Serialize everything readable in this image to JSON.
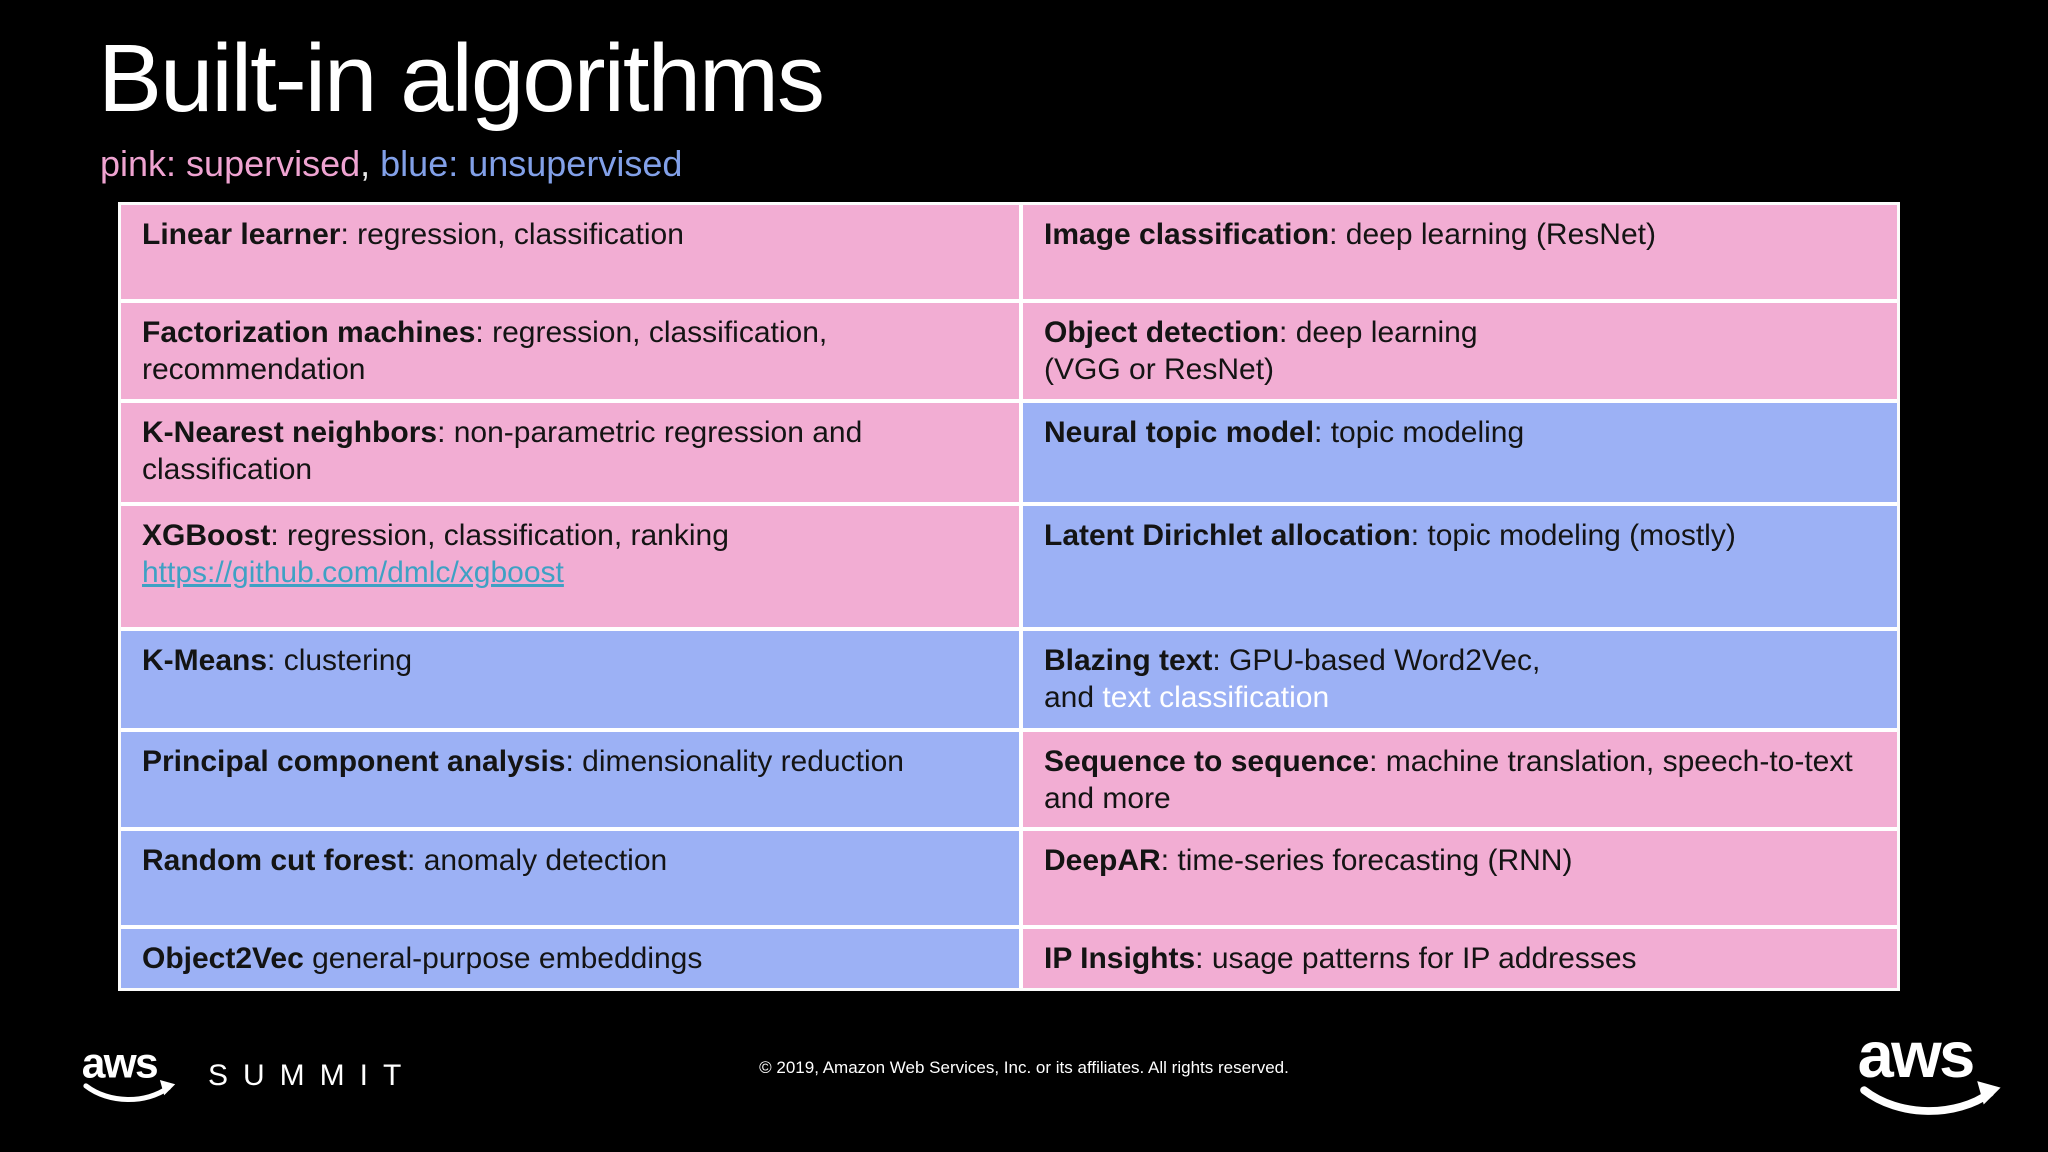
{
  "slide": {
    "title": "Built-in algorithms",
    "legend": {
      "pink_label": "pink: supervised",
      "separator": ", ",
      "blue_label": "blue: unsupervised",
      "pink_color": "#f2add3",
      "blue_color": "#9cb1f5"
    }
  },
  "table": {
    "cells": [
      {
        "bold": "Linear learner",
        "rest": ": regression, classification",
        "category": "supervised"
      },
      {
        "bold": "Image classification",
        "rest": ": deep learning (ResNet)",
        "category": "supervised"
      },
      {
        "bold": "Factorization machines",
        "rest": ": regression, classification,",
        "line2": "recommendation",
        "category": "supervised"
      },
      {
        "bold": "Object detection",
        "rest": ": deep learning",
        "line2": "(VGG or ResNet)",
        "category": "supervised"
      },
      {
        "bold": "K-Nearest neighbors",
        "rest": ": non-parametric regression and",
        "line2": "classification",
        "category": "supervised"
      },
      {
        "bold": "Neural topic model",
        "rest": ": topic modeling",
        "category": "unsupervised"
      },
      {
        "bold": "XGBoost",
        "rest": ": regression, classification, ranking",
        "link": "https://github.com/dmlc/xgboost",
        "category": "supervised"
      },
      {
        "bold": "Latent Dirichlet allocation",
        "rest": ": topic modeling (mostly)",
        "category": "unsupervised"
      },
      {
        "bold": "K-Means",
        "rest": ": clustering",
        "category": "unsupervised"
      },
      {
        "bold": "Blazing text",
        "rest": ": GPU-based Word2Vec,",
        "line2_prefix": "and ",
        "line2_highlight": "text classification",
        "category": "unsupervised"
      },
      {
        "bold": "Principal component analysis",
        "rest": ": dimensionality reduction",
        "category": "unsupervised"
      },
      {
        "bold": "Sequence to sequence",
        "rest": ": machine translation, speech-to-text",
        "line2": "and more",
        "category": "supervised"
      },
      {
        "bold": "Random cut forest",
        "rest": ": anomaly detection",
        "category": "unsupervised"
      },
      {
        "bold": "DeepAR",
        "rest": ": time-series forecasting (RNN)",
        "category": "supervised"
      },
      {
        "bold": "Object2Vec",
        "rest": " general-purpose embeddings",
        "category": "unsupervised"
      },
      {
        "bold": "IP Insights",
        "rest": ": usage patterns for IP addresses",
        "category": "supervised"
      }
    ]
  },
  "footer": {
    "aws_logo_text": "aws",
    "summit_label": "SUMMIT",
    "copyright": "© 2019, Amazon Web Services, Inc. or its affiliates. All rights reserved."
  }
}
